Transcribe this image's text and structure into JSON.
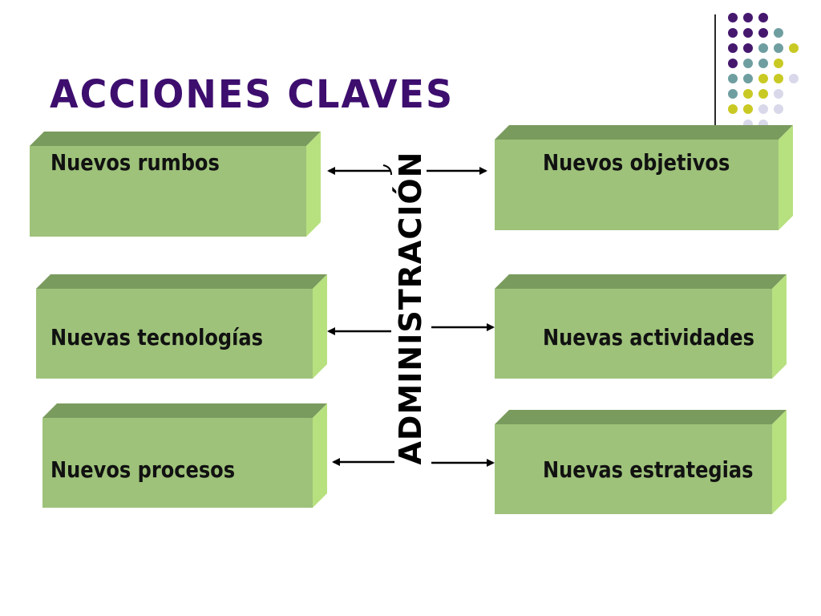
{
  "title": "ACCIONES CLAVES",
  "center_label": "ADMINISTRACIÓN",
  "boxes_left": [
    {
      "label": "Nuevos rumbos"
    },
    {
      "label": "Nuevas tecnologías"
    },
    {
      "label": "Nuevos procesos"
    }
  ],
  "boxes_right": [
    {
      "label": "Nuevos objetivos"
    },
    {
      "label": "Nuevas actividades"
    },
    {
      "label": "Nuevas estrategias"
    }
  ],
  "colors": {
    "title": "#3d0e6e",
    "box_front": "#9ec27a",
    "box_top": "#7a9b5e",
    "box_side": "#b7e07f",
    "dot_purple": "#45186e",
    "dot_teal": "#6f9ea0",
    "dot_yellow": "#c9c924",
    "dot_lavender": "#d8d8ea"
  }
}
